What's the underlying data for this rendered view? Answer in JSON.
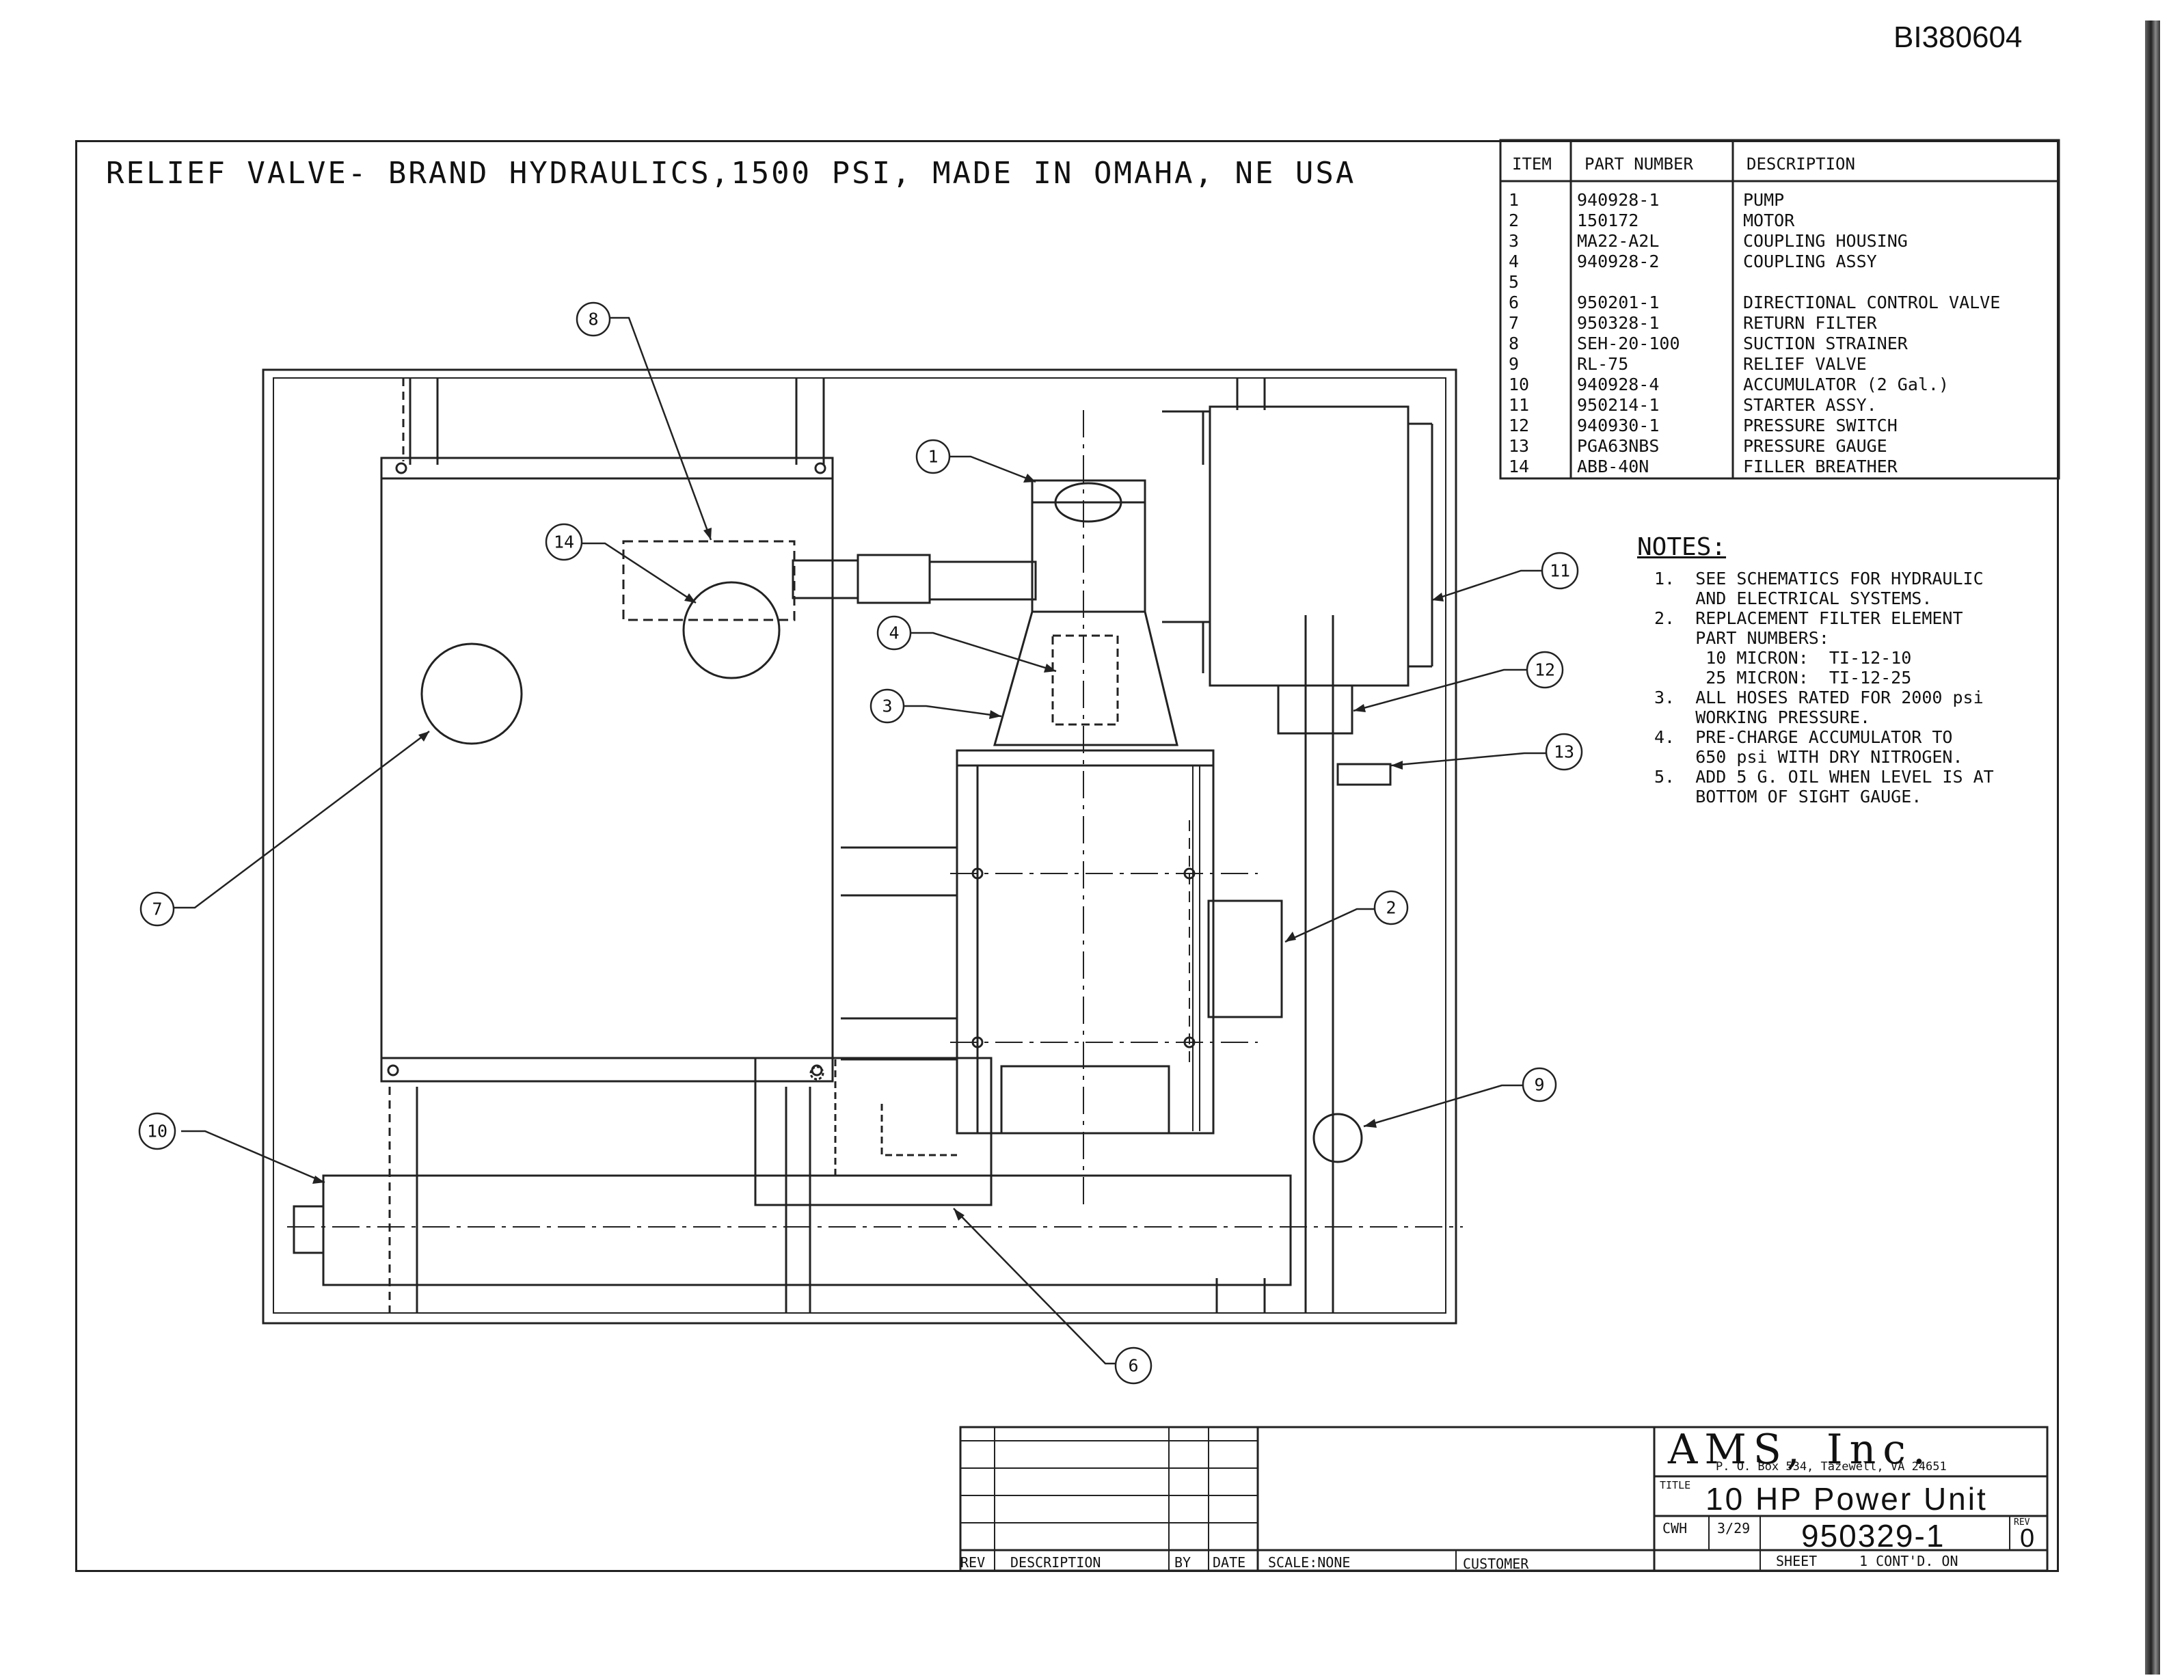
{
  "document_id": "BI380604",
  "title_note": "RELIEF VALVE- BRAND HYDRAULICS,1500 PSI, MADE IN OMAHA, NE USA",
  "parts_table": {
    "headers": {
      "item": "ITEM",
      "part_number": "PART NUMBER",
      "description": "DESCRIPTION"
    },
    "rows": [
      {
        "item": "1",
        "part_number": "940928-1",
        "description": "PUMP"
      },
      {
        "item": "2",
        "part_number": "150172",
        "description": "MOTOR"
      },
      {
        "item": "3",
        "part_number": "MA22-A2L",
        "description": "COUPLING HOUSING"
      },
      {
        "item": "4",
        "part_number": "940928-2",
        "description": "COUPLING ASSY"
      },
      {
        "item": "5",
        "part_number": "",
        "description": ""
      },
      {
        "item": "6",
        "part_number": "950201-1",
        "description": "DIRECTIONAL CONTROL VALVE"
      },
      {
        "item": "7",
        "part_number": "950328-1",
        "description": "RETURN FILTER"
      },
      {
        "item": "8",
        "part_number": "SEH-20-100",
        "description": "SUCTION STRAINER"
      },
      {
        "item": "9",
        "part_number": "RL-75",
        "description": "RELIEF VALVE"
      },
      {
        "item": "10",
        "part_number": "940928-4",
        "description": "ACCUMULATOR (2 Gal.)"
      },
      {
        "item": "11",
        "part_number": "950214-1",
        "description": "STARTER ASSY."
      },
      {
        "item": "12",
        "part_number": "940930-1",
        "description": "PRESSURE SWITCH"
      },
      {
        "item": "13",
        "part_number": "PGA63NBS",
        "description": "PRESSURE GAUGE"
      },
      {
        "item": "14",
        "part_number": "ABB-40N",
        "description": "FILLER BREATHER"
      }
    ]
  },
  "notes": {
    "heading": "NOTES:",
    "items": [
      "1.  SEE SCHEMATICS FOR HYDRAULIC\n    AND ELECTRICAL SYSTEMS.",
      "2.  REPLACEMENT FILTER ELEMENT\n    PART NUMBERS:\n     10 MICRON:  TI-12-10\n     25 MICRON:  TI-12-25",
      "3.  ALL HOSES RATED FOR 2000 psi\n    WORKING PRESSURE.",
      "4.  PRE-CHARGE ACCUMULATOR TO\n    650 psi WITH DRY NITROGEN.",
      "5.  ADD 5 G. OIL WHEN LEVEL IS AT\n    BOTTOM OF SIGHT GAUGE."
    ]
  },
  "callouts": [
    "1",
    "2",
    "3",
    "4",
    "6",
    "7",
    "8",
    "9",
    "10",
    "11",
    "12",
    "13",
    "14"
  ],
  "title_block": {
    "company": "AMS, Inc.",
    "address": "P. O. Box 534, Tazewell, VA 24651",
    "title_label": "TITLE",
    "title": "10 HP Power Unit",
    "drawn_by": "CWH",
    "date": "3/29",
    "drawing_number": "950329-1",
    "rev_label": "REV",
    "rev": "0",
    "sheet_label": "SHEET",
    "sheet_info": "1 CONT'D. ON",
    "rev_cols": {
      "rev": "REV",
      "description": "DESCRIPTION",
      "by": "BY",
      "date": "DATE"
    },
    "scale": "SCALE:NONE",
    "customer_label": "CUSTOMER"
  }
}
